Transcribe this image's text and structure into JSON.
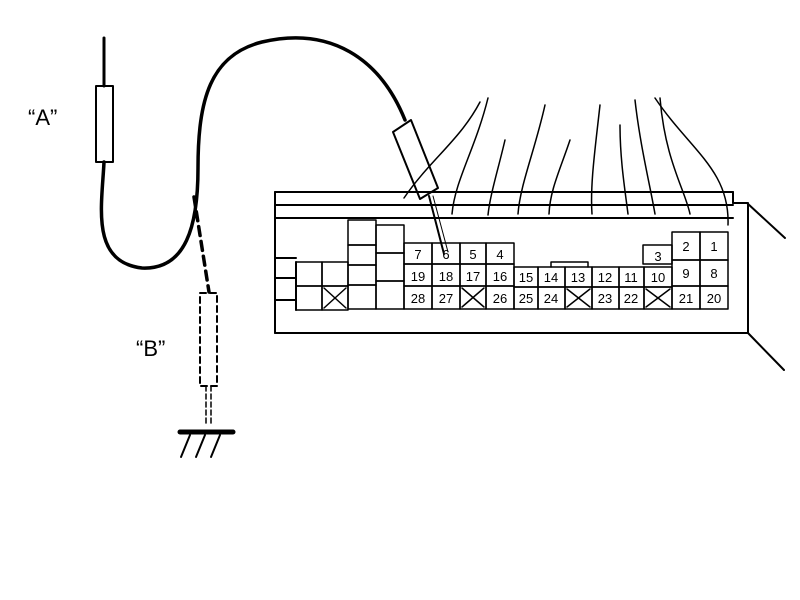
{
  "labels": {
    "probe_a": "“A”",
    "probe_b": "“B”"
  },
  "connector": {
    "top_row": [
      "7",
      "6",
      "5",
      "4",
      "3",
      "2",
      "1"
    ],
    "middle_row": [
      "19",
      "18",
      "17",
      "16",
      "15",
      "14",
      "13",
      "12",
      "11",
      "10",
      "9",
      "8"
    ],
    "bottom_row": [
      "28",
      "27",
      "26",
      "25",
      "24",
      "23",
      "22",
      "21",
      "20"
    ]
  }
}
